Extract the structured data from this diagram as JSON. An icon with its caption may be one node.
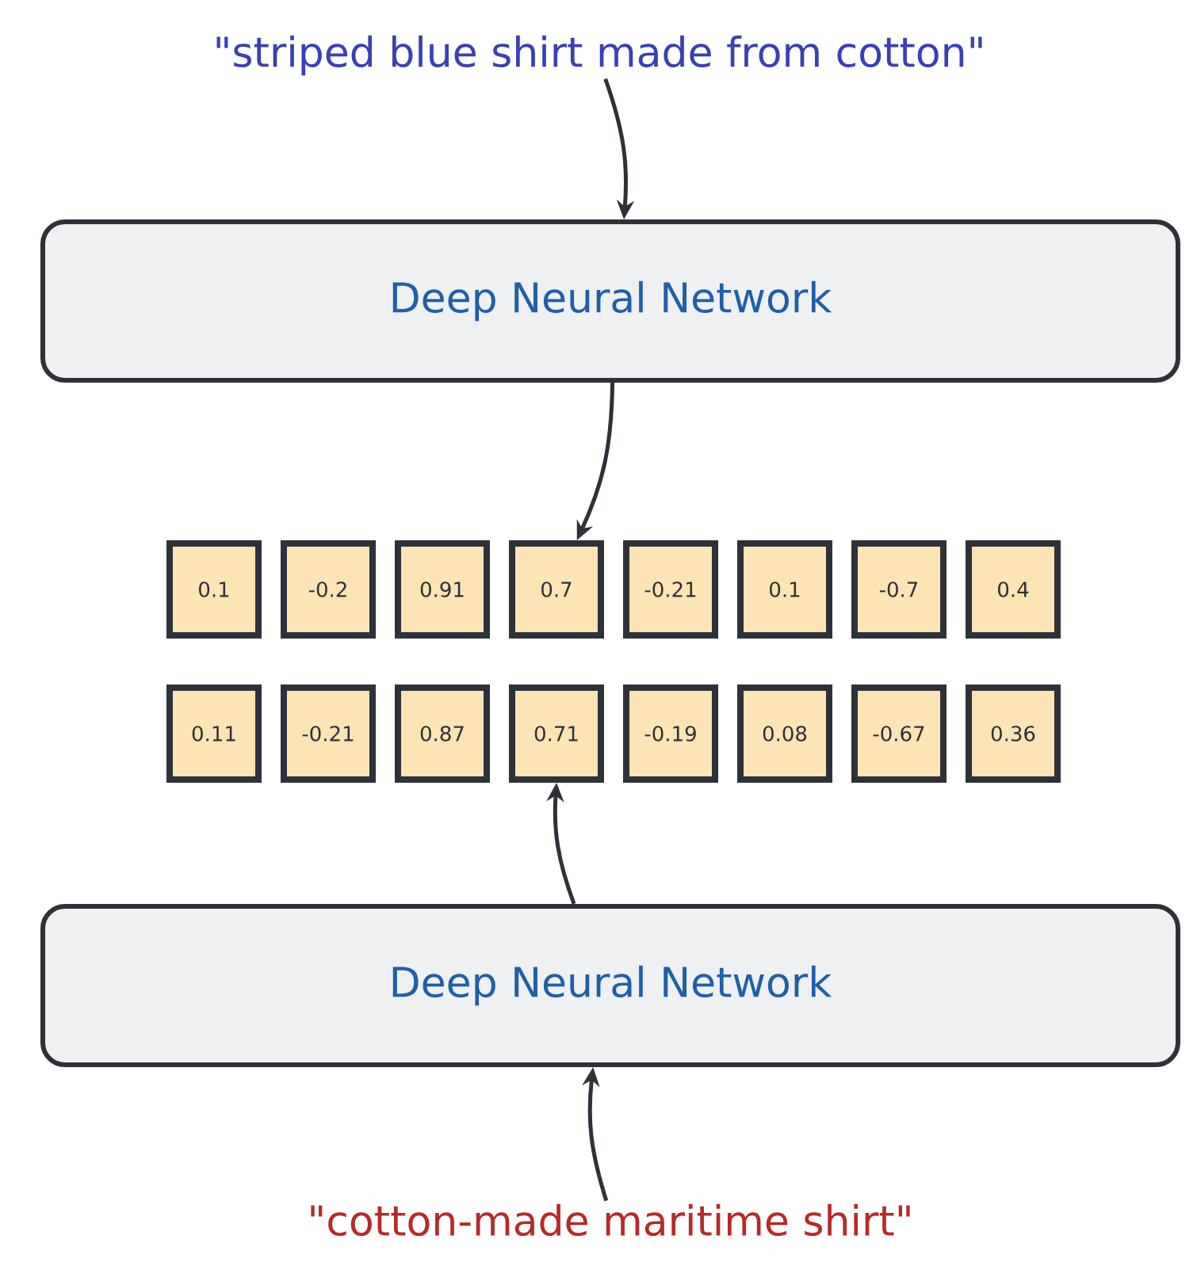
{
  "diagram": {
    "nodes": [
      {
        "text": [
          "\"striped blue shirt made from cotton\""
        ]
      },
      {
        "text": [
          "Deep Neural Network"
        ]
      },
      {
        "text": [
          "0.1"
        ]
      },
      {
        "text": [
          "-0.2"
        ]
      },
      {
        "text": [
          "0.91"
        ]
      },
      {
        "text": [
          "0.7"
        ]
      },
      {
        "text": [
          "-0.21"
        ]
      },
      {
        "text": [
          "0.1"
        ]
      },
      {
        "text": [
          "-0.7"
        ]
      },
      {
        "text": [
          "0.4"
        ]
      },
      {
        "text": [
          "0.11"
        ]
      },
      {
        "text": [
          "-0.21"
        ]
      },
      {
        "text": [
          "0.87"
        ]
      },
      {
        "text": [
          "0.71"
        ]
      },
      {
        "text": [
          "-0.19"
        ]
      },
      {
        "text": [
          "0.08"
        ]
      },
      {
        "text": [
          "-0.67"
        ]
      },
      {
        "text": [
          "0.36"
        ]
      },
      {
        "text": [
          "Deep Neural Network"
        ]
      },
      {
        "text": [
          "\"cotton-made maritime shirt\""
        ]
      }
    ],
    "edges": [
      {
        "from": 0,
        "to": 1,
        "arrow": "to"
      },
      {
        "from": 1,
        "to": 5,
        "arrow": "to"
      },
      {
        "from": 18,
        "to": 13,
        "arrow": "to"
      },
      {
        "from": 19,
        "to": 18,
        "arrow": "to"
      }
    ]
  }
}
